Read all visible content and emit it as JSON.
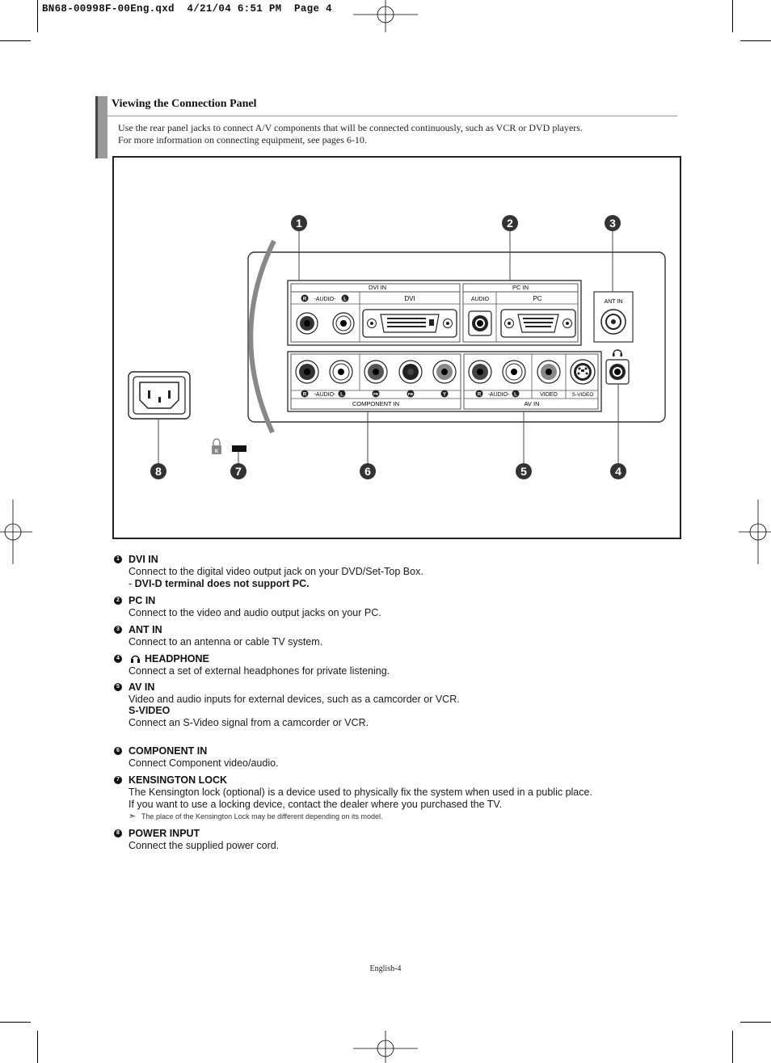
{
  "slug": "BN68-00998F-00Eng.qxd  4/21/04 6:51 PM  Page 4",
  "section": {
    "title": "Viewing the Connection Panel",
    "intro": [
      "Use the rear panel jacks to connect A/V components that will be connected continuously, such as VCR or DVD players.",
      "For more information on connecting equipment, see pages 6-10."
    ]
  },
  "diagram": {
    "callouts": [
      "1",
      "2",
      "3",
      "4",
      "5",
      "6",
      "7",
      "8"
    ],
    "labels": {
      "dvi_in": "DVI IN",
      "dvi": "DVI",
      "pc_in": "PC IN",
      "audio": "AUDIO",
      "pc": "PC",
      "ant_in": "ANT IN",
      "audio_rl": "-AUDIO-",
      "r": "R",
      "l": "L",
      "component_in": "COMPONENT IN",
      "av_in": "AV IN",
      "video": "VIDEO",
      "s_video": "S-VIDEO",
      "pr": "PR",
      "pb": "PB",
      "y": "Y",
      "k": "K"
    }
  },
  "items": [
    {
      "num": "1",
      "title": "DVI IN",
      "lines": [
        "Connect to the digital video output jack on your DVD/Set-Top Box."
      ],
      "bold_line": "DVI-D terminal does not support PC.",
      "bold_prefix": "- "
    },
    {
      "num": "2",
      "title": "PC IN",
      "lines": [
        "Connect to the video and audio output jacks on your PC."
      ]
    },
    {
      "num": "3",
      "title": "ANT IN",
      "lines": [
        "Connect to an antenna or cable TV system."
      ]
    },
    {
      "num": "4",
      "title": "HEADPHONE",
      "icon": "headphone-icon",
      "lines": [
        "Connect a set of external headphones for private listening."
      ]
    },
    {
      "num": "5",
      "title": "AV IN",
      "lines": [
        "Video and audio inputs for external devices, such as a camcorder or VCR."
      ],
      "sub_title": "S-VIDEO",
      "sub_lines": [
        "Connect an S-Video signal from a camcorder or VCR."
      ]
    },
    {
      "num": "6",
      "title": "COMPONENT IN",
      "lines": [
        "Connect Component video/audio."
      ]
    },
    {
      "num": "7",
      "title": "KENSINGTON LOCK",
      "lines": [
        "The Kensington lock (optional) is a device used to physically fix the system when used in a public place.",
        "If you want to use a locking device, contact the dealer where you purchased the TV."
      ],
      "note": "The place of the Kensington Lock may be different depending on its model."
    },
    {
      "num": "8",
      "title": "POWER INPUT",
      "lines": [
        "Connect the supplied power cord."
      ]
    }
  ],
  "footer": "English-4"
}
